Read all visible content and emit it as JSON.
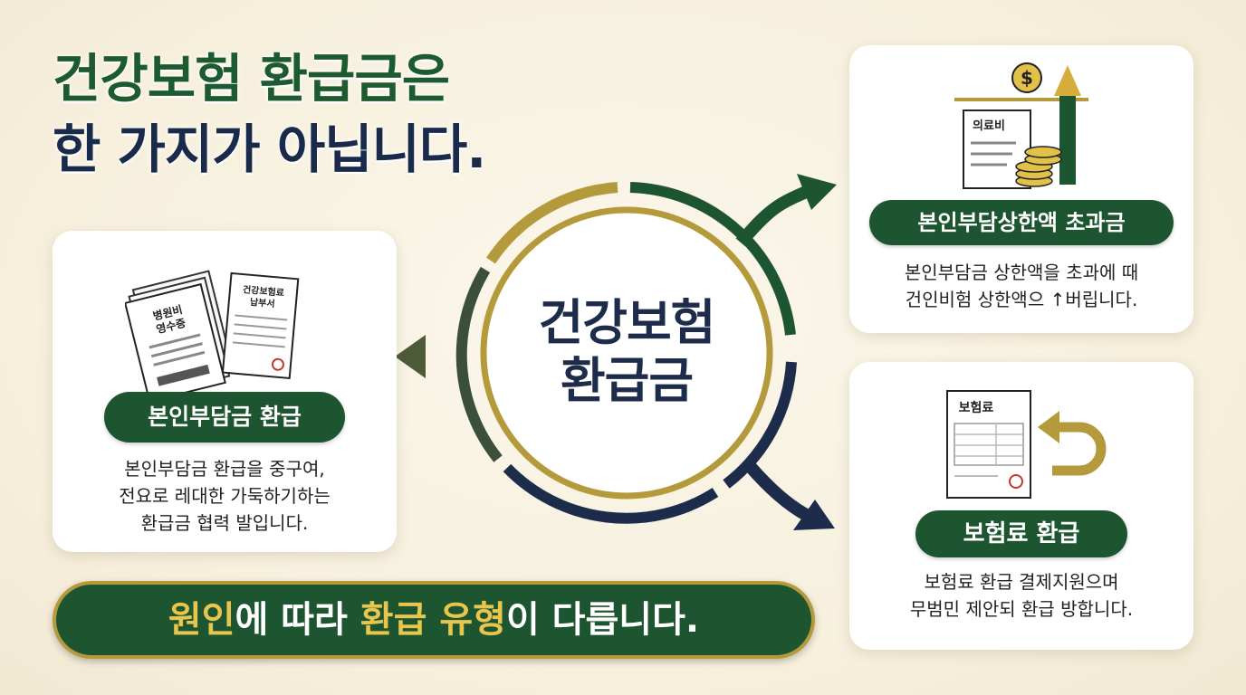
{
  "headline": {
    "line1": "건강보험 환급금은",
    "line2": "한 가지가 아닙니다."
  },
  "center": {
    "line1": "건강보험",
    "line2": "환급금"
  },
  "left_card": {
    "badge": "본인부담금 환급",
    "desc": [
      "본인부담금 환급을 중구여,",
      "전요로 레대한 가둑하기하는",
      "환급금 협력 발입니다."
    ],
    "doc1_title": [
      "병원비",
      "영수증"
    ],
    "doc2_title": [
      "건강보험료",
      "납부서"
    ]
  },
  "top_right_card": {
    "badge": "본인부담상한액 초과금",
    "desc": [
      "본인부담금 상한액을 초과에 때",
      "건인비험 상한액으 ↑버립니다."
    ],
    "doc_title": "의료비",
    "coin_symbol": "$"
  },
  "bottom_right_card": {
    "badge": "보험료 환급",
    "desc": [
      "보험료 환급 결제지원으며",
      "무범민 제안되 환급 방합니다."
    ],
    "doc_title": "보험료"
  },
  "banner": {
    "part1": "원인",
    "part2": "에 따라 ",
    "part3": "환급 유형",
    "part4": "이 다릅니다."
  },
  "colors": {
    "green": "#1d5531",
    "gold": "#b59a3c",
    "navy": "#1e2c4c"
  }
}
